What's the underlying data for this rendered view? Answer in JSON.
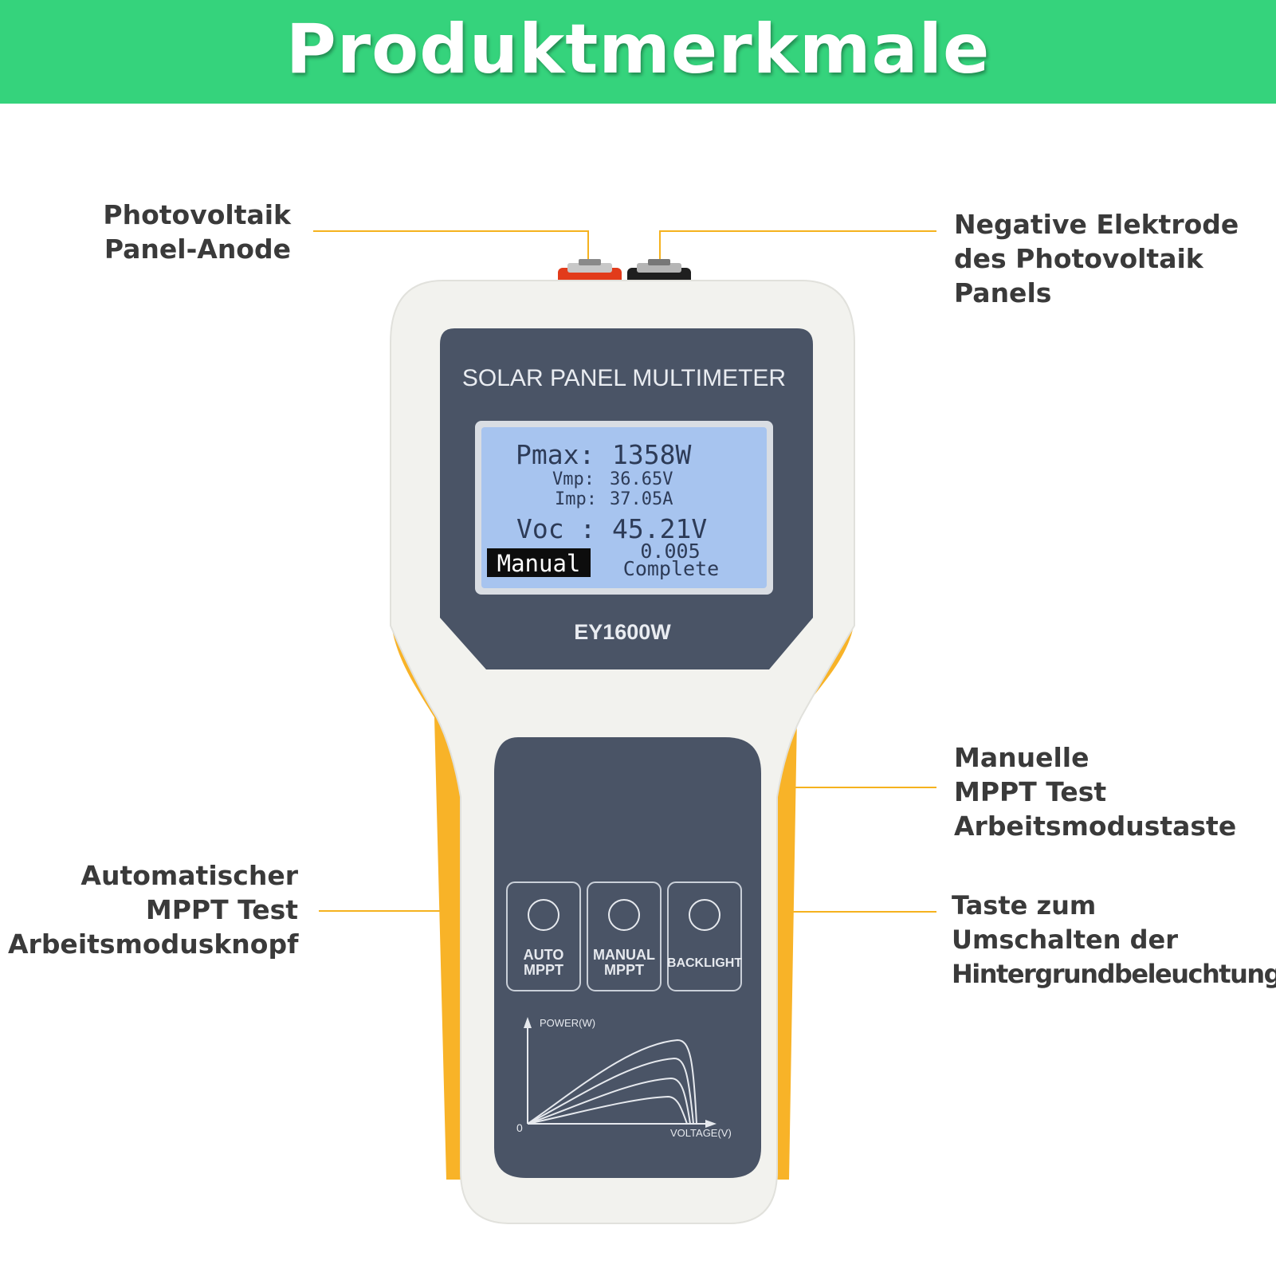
{
  "banner": {
    "title": "Produktmerkmale"
  },
  "colors": {
    "banner": "#35d37c",
    "accent_lines": "#f5b21e",
    "device_body": "#f2f2ee",
    "device_grip": "#f8b328",
    "panel": "#4a5466",
    "lcd": "#a7c4ef"
  },
  "callouts": {
    "anode": [
      "Photovoltaik",
      "Panel-Anode"
    ],
    "cathode": [
      "Negative Elektrode",
      "des Photovoltaik",
      "Panels"
    ],
    "manual": [
      "Manuelle",
      "MPPT Test",
      "Arbeitsmodustaste"
    ],
    "auto": [
      "Automatischer",
      "MPPT Test",
      "Arbeitsmodusknopf"
    ],
    "backlight": [
      "Taste zum",
      "Umschalten der",
      "Hintergrundbeleuchtung"
    ]
  },
  "device": {
    "title": "SOLAR PANEL MULTIMETER",
    "model": "EY1600W",
    "lcd": {
      "pmax_label": "Pmax:",
      "pmax_value": "1358W",
      "vmp_label": "Vmp:",
      "vmp_value": "36.65V",
      "imp_label": "Imp:",
      "imp_value": "37.05A",
      "voc_label": "Voc :",
      "voc_value": "45.21V",
      "mode": "Manual",
      "small_value": "0.005",
      "status": "Complete"
    },
    "buttons": {
      "auto": [
        "AUTO",
        "MPPT"
      ],
      "manual": [
        "MANUAL",
        "MPPT"
      ],
      "backlight": "BACKLIGHT"
    },
    "graph": {
      "y_label": "POWER(W)",
      "x_label": "VOLTAGE(V)",
      "origin": "0"
    }
  }
}
